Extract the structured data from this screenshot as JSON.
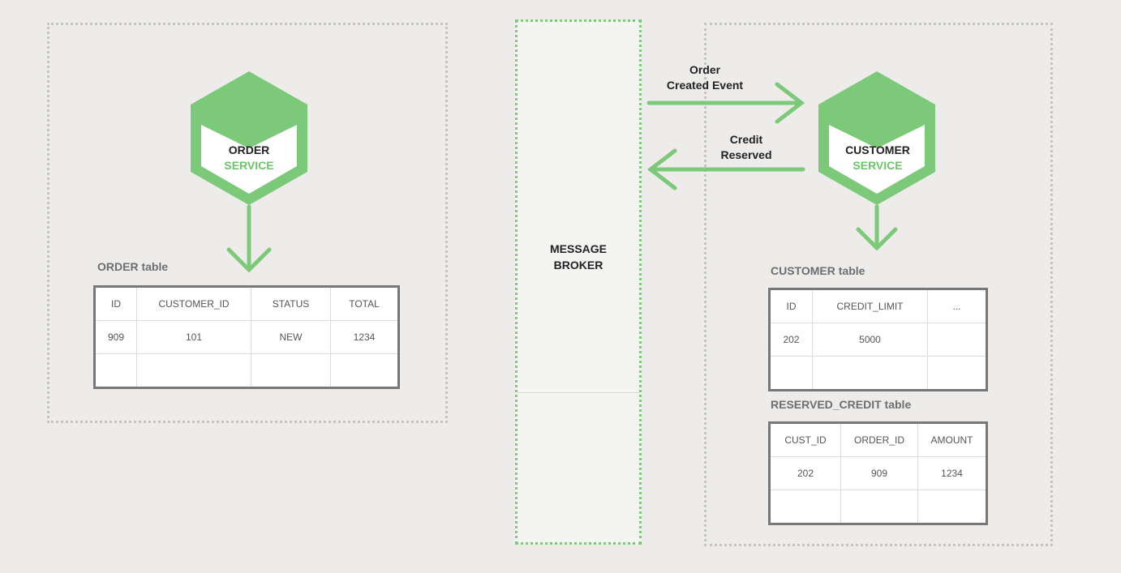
{
  "order_service": {
    "name": "ORDER",
    "suffix": "SERVICE"
  },
  "customer_service": {
    "name": "CUSTOMER",
    "suffix": "SERVICE"
  },
  "message_broker": {
    "label": "MESSAGE\nBROKER"
  },
  "events": {
    "order_created": "Order\nCreated Event",
    "credit_reserved": "Credit\nReserved"
  },
  "order_table": {
    "caption": "ORDER table",
    "headers": [
      "ID",
      "CUSTOMER_ID",
      "STATUS",
      "TOTAL"
    ],
    "rows": [
      [
        "909",
        "101",
        "NEW",
        "1234"
      ],
      [
        "",
        "",
        "",
        ""
      ]
    ]
  },
  "customer_table": {
    "caption": "CUSTOMER table",
    "headers": [
      "ID",
      "CREDIT_LIMIT",
      "..."
    ],
    "rows": [
      [
        "202",
        "5000",
        ""
      ],
      [
        "",
        "",
        ""
      ]
    ]
  },
  "reserved_credit_table": {
    "caption": "RESERVED_CREDIT table",
    "headers": [
      "CUST_ID",
      "ORDER_ID",
      "AMOUNT"
    ],
    "rows": [
      [
        "202",
        "909",
        "1234"
      ],
      [
        "",
        "",
        ""
      ]
    ]
  },
  "colors": {
    "accent_green": "#6cc46a",
    "background": "#edecea"
  }
}
